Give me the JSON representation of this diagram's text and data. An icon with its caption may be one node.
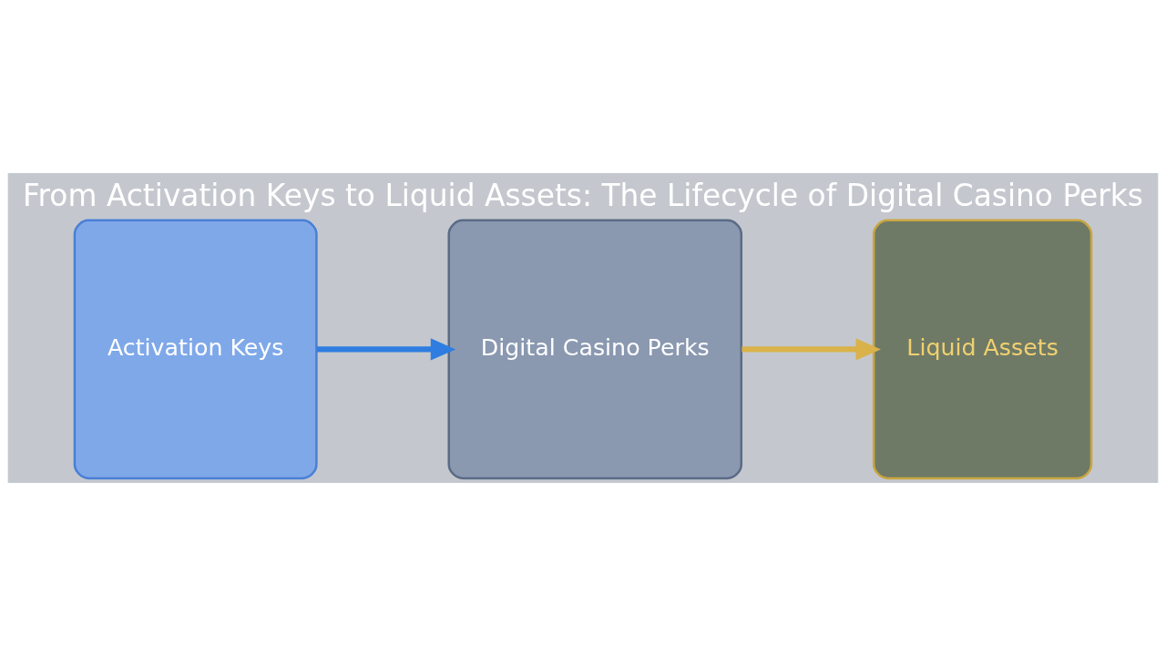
{
  "diagram": {
    "title": "From Activation Keys to Liquid Assets: The Lifecycle of Digital Casino Perks",
    "nodes": [
      {
        "text": [
          "Activation Keys"
        ]
      },
      {
        "text": [
          "Digital Casino Perks"
        ]
      },
      {
        "text": [
          "Liquid Assets"
        ]
      }
    ],
    "edges": [
      {
        "from": 0,
        "to": 1,
        "arrow": "to",
        "color": "#2f7de0"
      },
      {
        "from": 1,
        "to": 2,
        "arrow": "to",
        "color": "#d9b24a"
      }
    ]
  }
}
